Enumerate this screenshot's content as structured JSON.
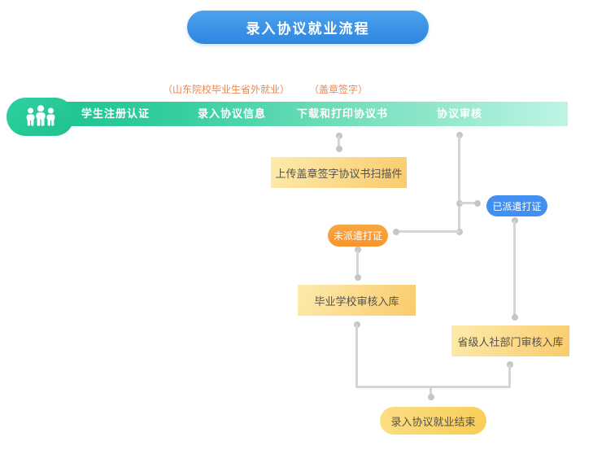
{
  "title": {
    "label": "录入协议就业流程"
  },
  "annotations": {
    "province_note": "（山东院校毕业生省外就业）",
    "seal_note": "（盖章签字）"
  },
  "process_bar": {
    "steps": [
      {
        "label": "学生注册认证"
      },
      {
        "label": "录入协议信息"
      },
      {
        "label": "下载和打印协议书"
      },
      {
        "label": "协议审核"
      }
    ]
  },
  "nodes": {
    "upload_scan": {
      "label": "上传盖章签字协议书扫描件"
    },
    "not_dispatched": {
      "label": "未派遣打证"
    },
    "dispatched": {
      "label": "已派遣打证"
    },
    "school_review": {
      "label": "毕业学校审核入库"
    },
    "provincial_review": {
      "label": "省级人社部门审核入库"
    },
    "end": {
      "label": "录入协议就业结束"
    }
  },
  "colors": {
    "title_blue": "#3B92E6",
    "bar_green_start": "#1DC392",
    "bar_green_end": "#BEF4E4",
    "badge_green": "#27CA97",
    "annotation_orange": "#F0854E",
    "box_yellow_light": "#FDEBAC",
    "box_yellow_deep": "#FACB6D",
    "pill_orange": "#F8952D",
    "pill_blue": "#418FF1",
    "pill_end_yellow": "#F9CD55",
    "connector_gray": "#D5D5D5"
  }
}
